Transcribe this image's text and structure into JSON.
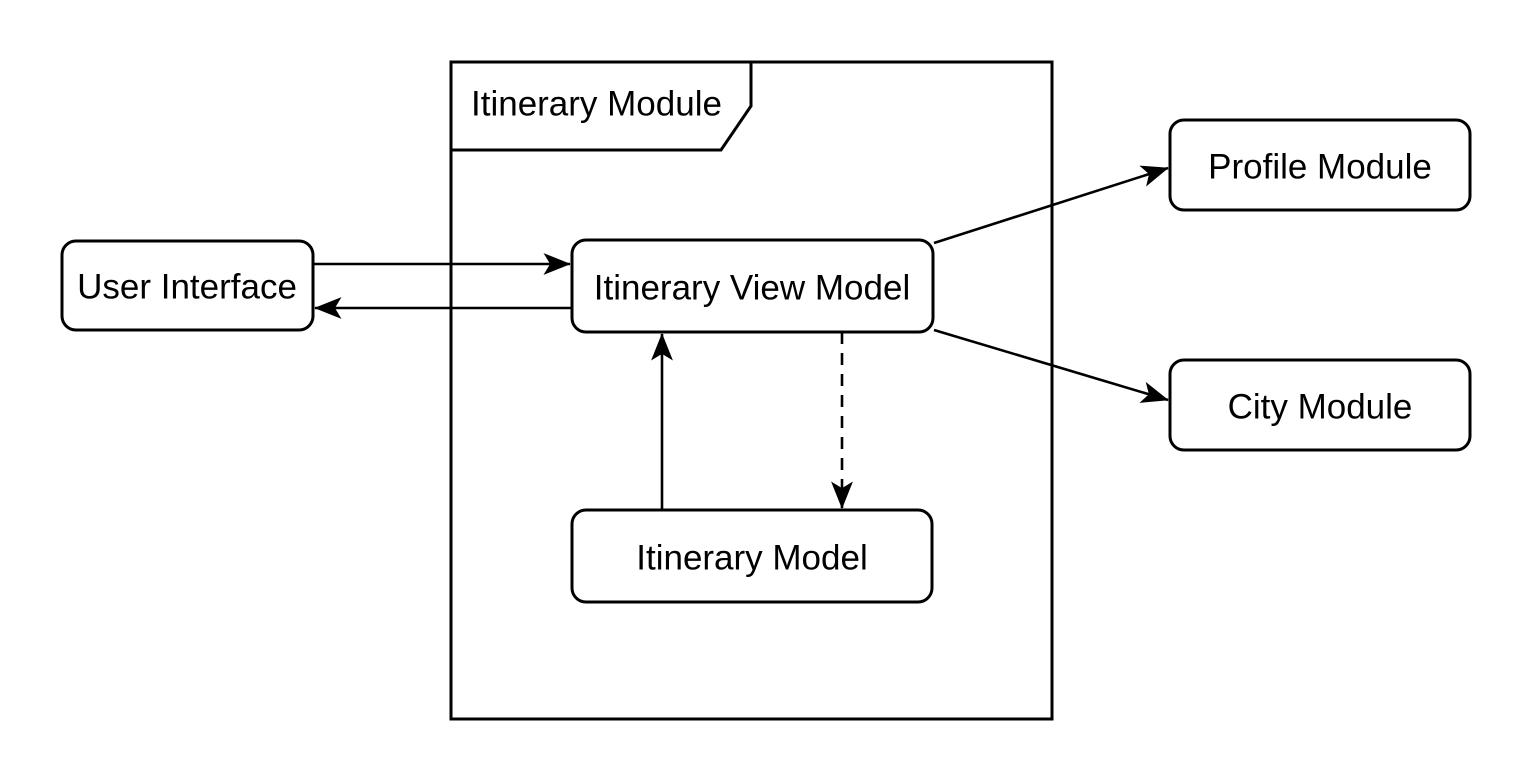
{
  "style": {
    "background_color": "#ffffff",
    "stroke_color": "#000000",
    "text_color": "#000000"
  },
  "diagram": {
    "type": "module-architecture-diagram",
    "container": {
      "label": "Itinerary Module"
    },
    "nodes": {
      "user_interface": {
        "label": "User Interface"
      },
      "itinerary_view_model": {
        "label": "Itinerary View Model"
      },
      "itinerary_model": {
        "label": "Itinerary Model"
      },
      "profile_module": {
        "label": "Profile Module"
      },
      "city_module": {
        "label": "City Module"
      }
    },
    "edges": [
      {
        "from": "User Interface",
        "to": "Itinerary View Model",
        "line": "solid",
        "arrowhead": "filled"
      },
      {
        "from": "Itinerary View Model",
        "to": "User Interface",
        "line": "solid",
        "arrowhead": "filled"
      },
      {
        "from": "Itinerary Model",
        "to": "Itinerary View Model",
        "line": "solid",
        "arrowhead": "filled"
      },
      {
        "from": "Itinerary View Model",
        "to": "Itinerary Model",
        "line": "dashed",
        "arrowhead": "filled"
      },
      {
        "from": "Itinerary View Model",
        "to": "Profile Module",
        "line": "solid",
        "arrowhead": "filled"
      },
      {
        "from": "Itinerary View Model",
        "to": "City Module",
        "line": "solid",
        "arrowhead": "filled"
      }
    ]
  }
}
